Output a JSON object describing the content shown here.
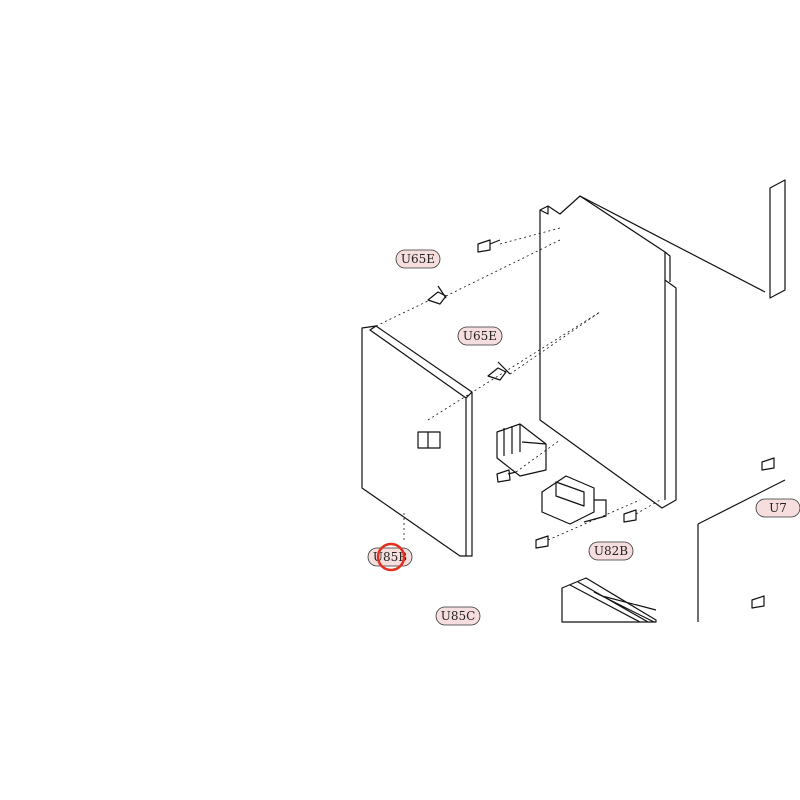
{
  "diagram": {
    "part_labels": [
      {
        "id": "u65e-top",
        "text": "U65E"
      },
      {
        "id": "u65e-mid",
        "text": "U65E"
      },
      {
        "id": "u85b",
        "text": "U85B"
      },
      {
        "id": "u82b",
        "text": "U82B"
      },
      {
        "id": "u85c",
        "text": "U85C"
      },
      {
        "id": "u7-partial",
        "text": "U7"
      }
    ],
    "highlight": {
      "color": "#e03020"
    },
    "colors": {
      "line": "#111111",
      "label_fill": "#f7dede",
      "label_stroke": "#333333"
    }
  }
}
